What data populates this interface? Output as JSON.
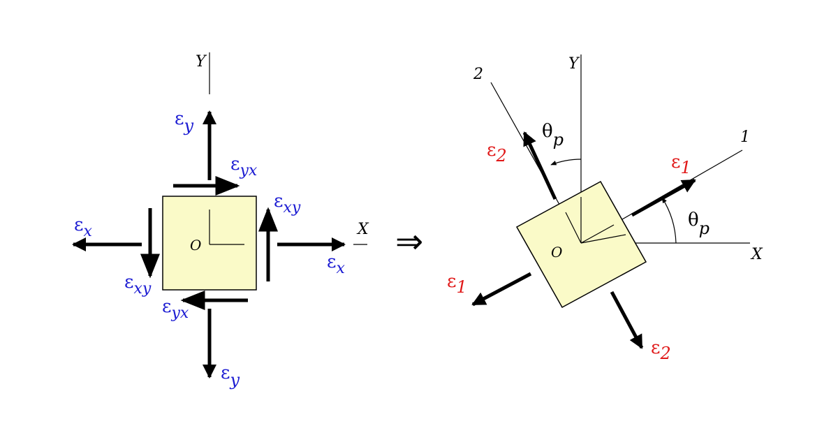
{
  "left_diagram": {
    "axis_y": "Y",
    "axis_x": "X",
    "origin": "O",
    "eps_x_left": {
      "sym": "ε",
      "sub": "x"
    },
    "eps_x_right": {
      "sym": "ε",
      "sub": "x"
    },
    "eps_y_top": {
      "sym": "ε",
      "sub": "y"
    },
    "eps_y_bottom": {
      "sym": "ε",
      "sub": "y"
    },
    "eps_yx_top": {
      "sym": "ε",
      "sub": "yx"
    },
    "eps_yx_bottom": {
      "sym": "ε",
      "sub": "yx"
    },
    "eps_xy_right": {
      "sym": "ε",
      "sub": "xy"
    },
    "eps_xy_left": {
      "sym": "ε",
      "sub": "xy"
    }
  },
  "implies_symbol": "⇒",
  "right_diagram": {
    "axis_y": "Y",
    "axis_x": "X",
    "axis_1": "1",
    "axis_2": "2",
    "origin": "O",
    "theta_top": {
      "sym": "θ",
      "sub": "p"
    },
    "theta_right": {
      "sym": "θ",
      "sub": "p"
    },
    "eps_1_upper": {
      "sym": "ε",
      "sub": "1"
    },
    "eps_1_lower": {
      "sym": "ε",
      "sub": "1"
    },
    "eps_2_upper": {
      "sym": "ε",
      "sub": "2"
    },
    "eps_2_lower": {
      "sym": "ε",
      "sub": "2"
    }
  },
  "colors": {
    "element_fill": "#fafac8",
    "ink": "#000000",
    "original_strain_label": "#1a1ad2",
    "principal_strain_label": "#e01818"
  }
}
